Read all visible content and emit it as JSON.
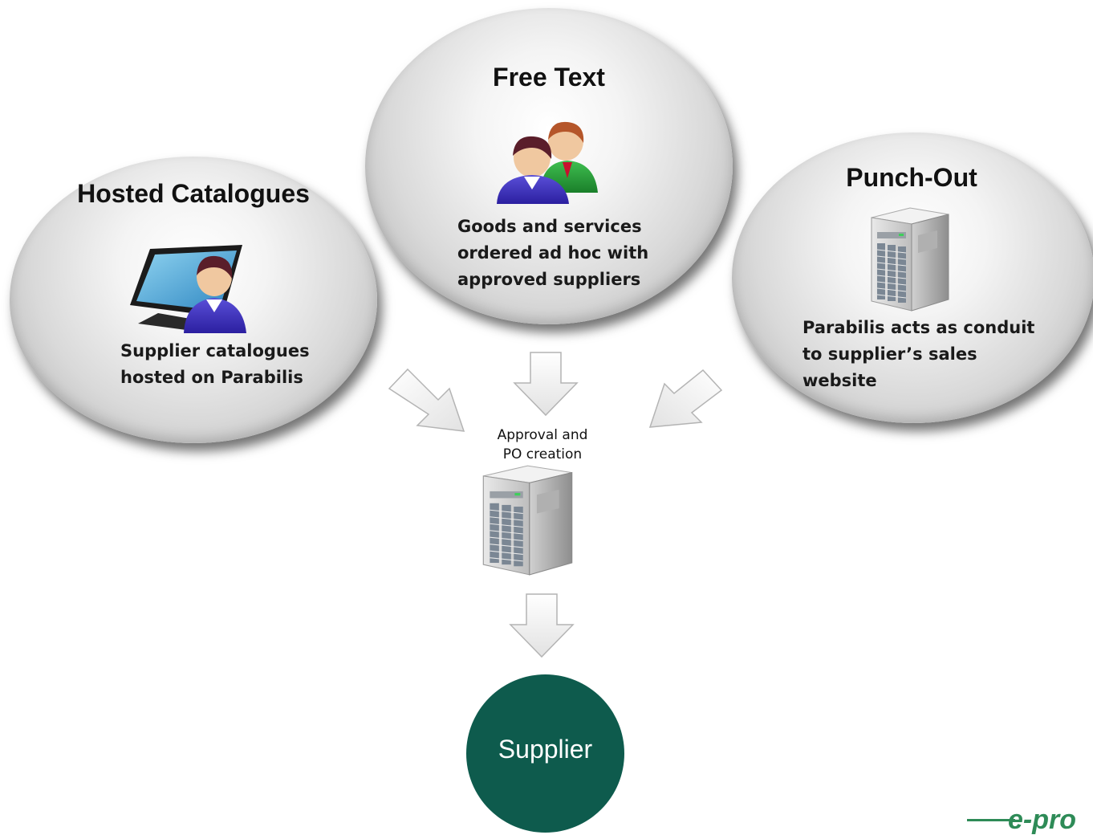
{
  "nodes": {
    "hosted": {
      "title": "Hosted  Catalogues",
      "description": "Supplier catalogues\nhosted on Parabilis",
      "icon": "monitor-user-icon"
    },
    "free_text": {
      "title": "Free Text",
      "description": "Goods and services\nordered ad hoc with\napproved suppliers",
      "icon": "users-icon"
    },
    "punch_out": {
      "title": "Punch-Out",
      "description": "Parabilis acts as conduit\nto supplier’s sales\nwebsite",
      "icon": "server-icon"
    },
    "approval": {
      "label": "Approval and\nPO creation",
      "icon": "server-icon"
    },
    "supplier": {
      "label": "Supplier",
      "color": "#0e5b4d"
    }
  },
  "edges": [
    {
      "from": "hosted",
      "to": "approval"
    },
    {
      "from": "free_text",
      "to": "approval"
    },
    {
      "from": "punch_out",
      "to": "approval"
    },
    {
      "from": "approval",
      "to": "supplier"
    }
  ],
  "brand": {
    "text": "e-pro",
    "color": "#2e8b57"
  }
}
